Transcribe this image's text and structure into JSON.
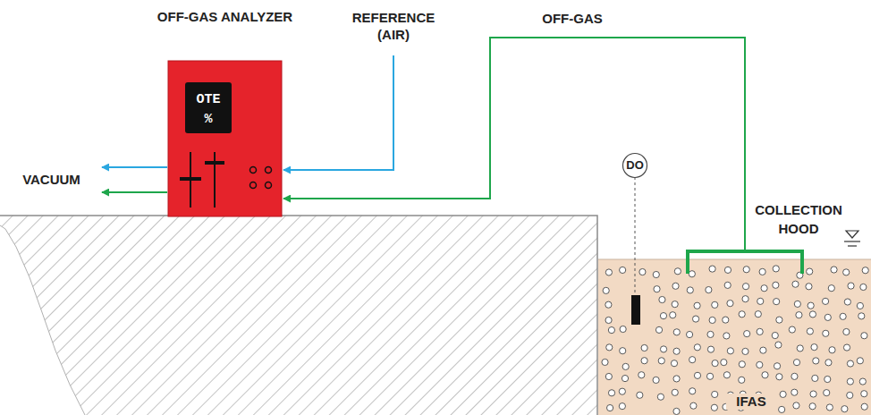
{
  "diagram": {
    "nodes": [
      {
        "text": [
          "OFF-GAS ANALYZER",
          "OTE %"
        ]
      },
      {
        "text": [
          "COLLECTION HOOD"
        ]
      },
      {
        "text": [
          "DO"
        ]
      }
    ],
    "edges": [
      {
        "from": 1,
        "to": 0,
        "arrow": "to",
        "label": "OFF-GAS"
      }
    ],
    "labels": [
      "REFERENCE (AIR)",
      "VACUUM",
      "IFAS"
    ]
  }
}
